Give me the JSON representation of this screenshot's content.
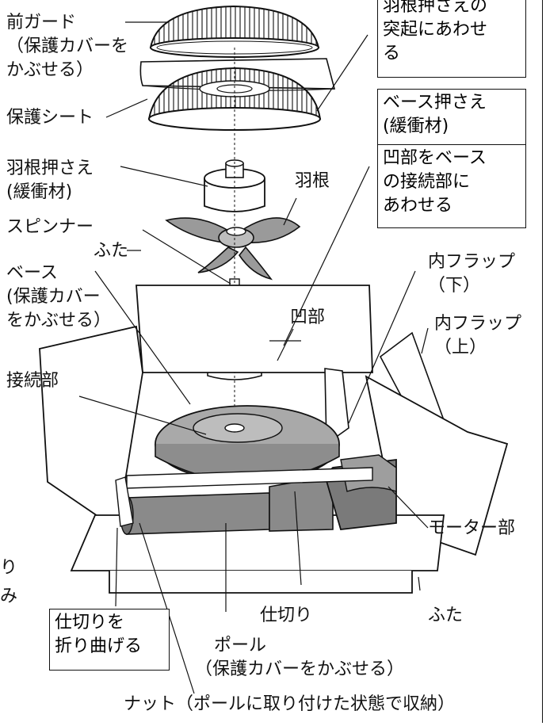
{
  "labels": {
    "front_guard": [
      "前ガード",
      "（保護カバーを",
      "かぶせる）"
    ],
    "protective_sheet": "保護シート",
    "blade_retainer": [
      "羽根押さえ",
      "(緩衝材)"
    ],
    "blade": "羽根",
    "spinner": "スピンナー",
    "lid_top": "ふた",
    "base": [
      "ベース",
      "(保護カバー",
      "をかぶせる）"
    ],
    "recess": "凹部",
    "connection": "接続部",
    "inner_flap_lower": [
      "内フラップ",
      "（下）"
    ],
    "inner_flap_upper": [
      "内フラップ",
      "（上）"
    ],
    "motor": "モーター部",
    "partition": "仕切り",
    "lid_bottom": "ふた",
    "pole": [
      "ポール",
      "（保護カバーをかぶせる）"
    ],
    "nut": "ナット（ポールに取り付けた状態で収納）",
    "left_cut_1": "り",
    "left_cut_2": "み"
  },
  "boxes": {
    "align_protrusion": [
      "羽根押さえの",
      "突起にあわせ",
      "る"
    ],
    "base_retainer": [
      "ベース押さえ",
      "(緩衝材)"
    ],
    "align_recess": [
      "凹部をベース",
      "の接続部に",
      "あわせる"
    ],
    "fold_partition": [
      "仕切りを",
      "折り曲げる"
    ]
  }
}
